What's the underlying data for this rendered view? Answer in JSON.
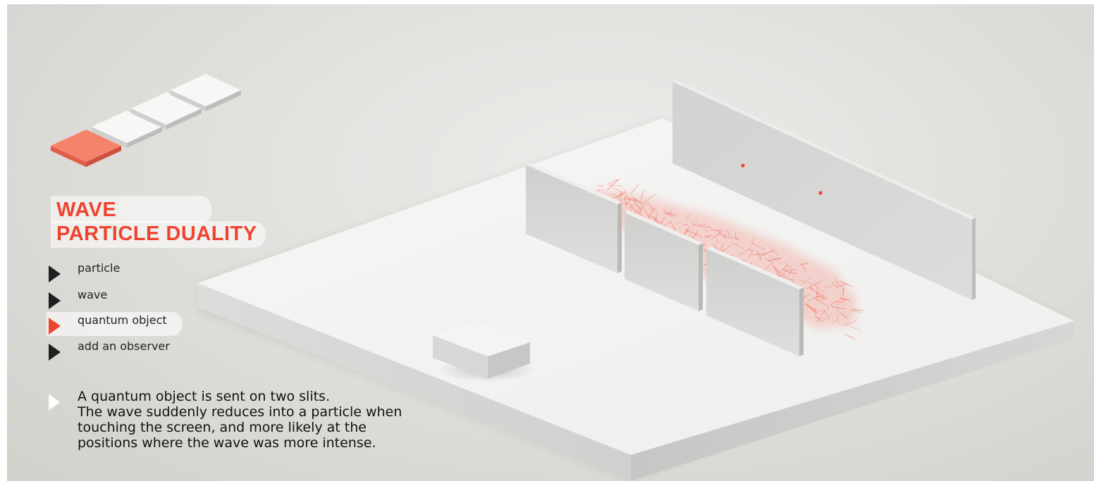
{
  "colors": {
    "accent": "#f0432f",
    "tile_active": "#f5826b",
    "tile_inactive": "#f7f7f6",
    "icon_dark": "#1f1f1f",
    "icon_light": "#ffffff"
  },
  "progress_tiles": {
    "total": 4,
    "active_index": 0
  },
  "title": {
    "line1": "WAVE",
    "line2": "PARTICLE DUALITY"
  },
  "menu": {
    "items": [
      {
        "label": "particle",
        "icon": "play-arrow-icon",
        "active": false
      },
      {
        "label": "wave",
        "icon": "play-arrow-icon",
        "active": false
      },
      {
        "label": "quantum object",
        "icon": "play-arrow-icon",
        "active": true
      },
      {
        "label": "add an observer",
        "icon": "play-arrow-icon",
        "active": false
      }
    ]
  },
  "description": {
    "lines": [
      "A quantum object is sent on two slits.",
      "The wave suddenly reduces into a particle when",
      "touching the screen, and more likely at the",
      "positions where the wave was more intense."
    ]
  }
}
